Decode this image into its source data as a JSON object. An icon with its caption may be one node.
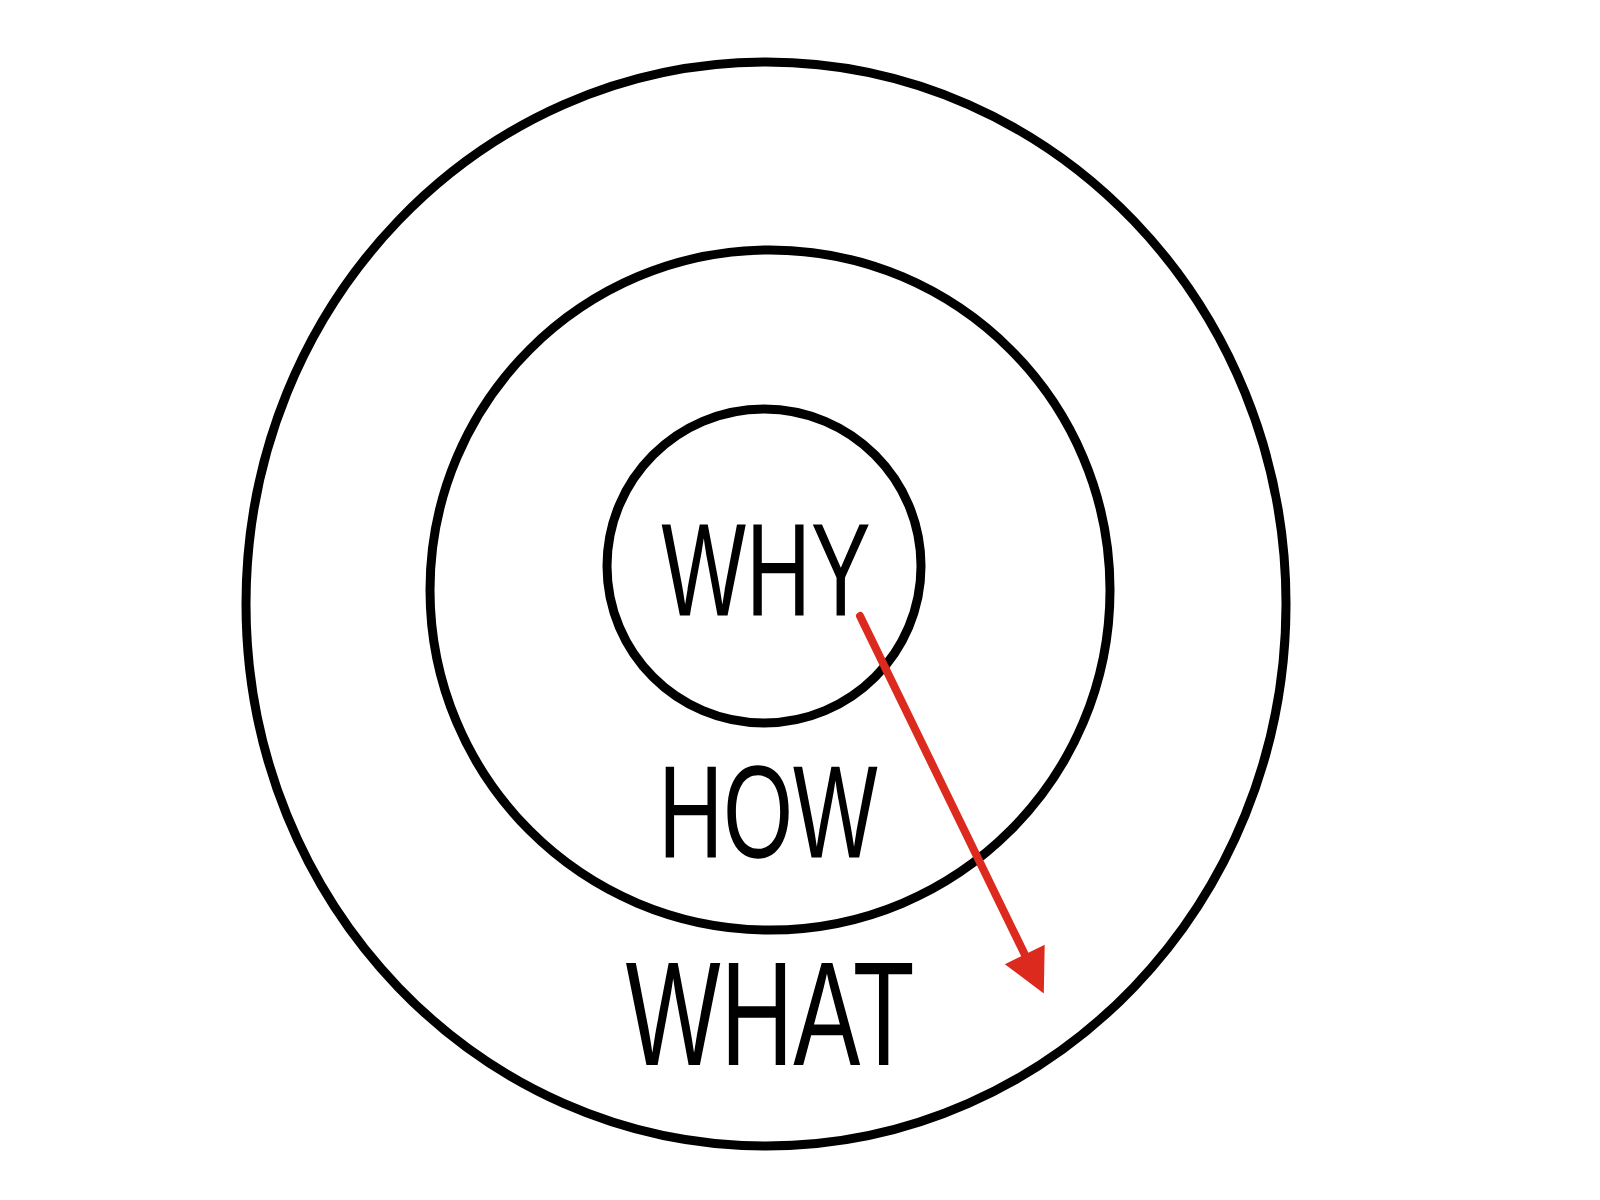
{
  "diagram": {
    "nodes": [
      {
        "text": [
          "WHAT"
        ]
      },
      {
        "text": [
          "HOW"
        ],
        "in": 0
      },
      {
        "text": [
          "WHY"
        ],
        "in": 1
      }
    ],
    "edges": [
      {
        "from": 2,
        "to": 0,
        "arrow": "to",
        "color": "#dc2a1e"
      }
    ]
  }
}
